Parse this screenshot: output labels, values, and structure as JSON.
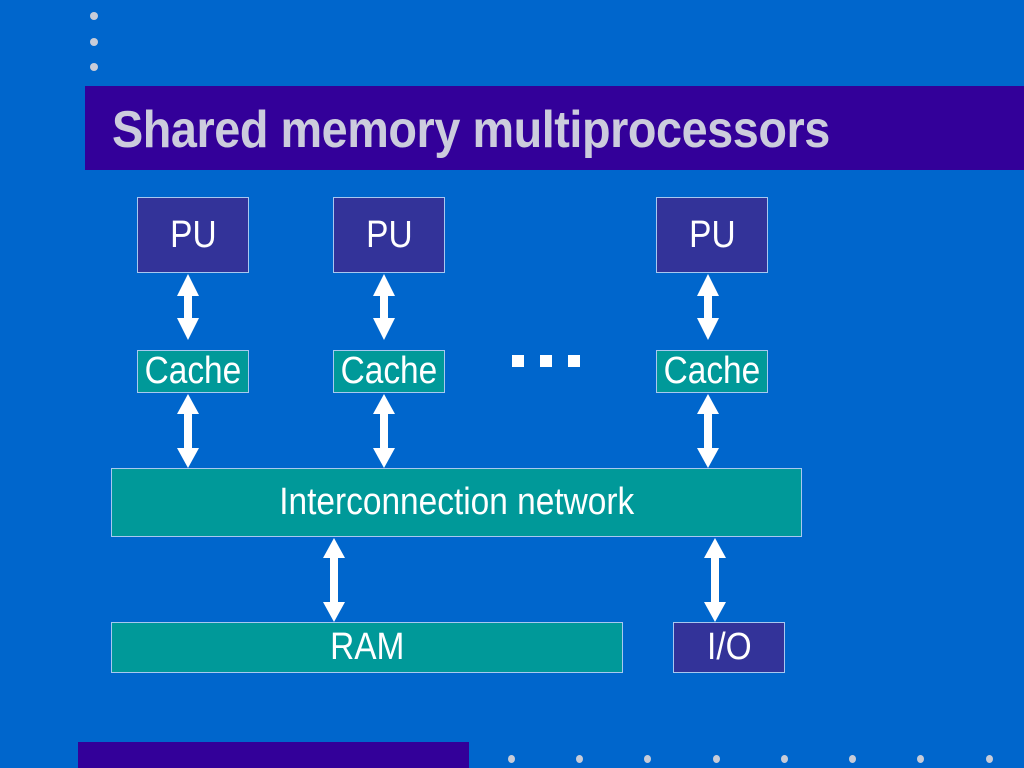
{
  "slide": {
    "title": "Shared memory multiprocessors",
    "colors": {
      "background": "#0066CC",
      "title_bar": "#330099",
      "title_text": "#CCCCDD",
      "processor_box": "#333399",
      "teal_box": "#009999",
      "arrow": "#FFFFFF"
    }
  },
  "diagram": {
    "processors": [
      {
        "pu_label": "PU",
        "cache_label": "Cache"
      },
      {
        "pu_label": "PU",
        "cache_label": "Cache"
      },
      {
        "pu_label": "PU",
        "cache_label": "Cache"
      }
    ],
    "ellipsis": "...",
    "interconnect_label": "Interconnection network",
    "ram_label": "RAM",
    "io_label": "I/O",
    "connections": [
      {
        "from": "PU 1",
        "to": "Cache 1",
        "type": "bidirectional"
      },
      {
        "from": "PU 2",
        "to": "Cache 2",
        "type": "bidirectional"
      },
      {
        "from": "PU 3",
        "to": "Cache 3",
        "type": "bidirectional"
      },
      {
        "from": "Cache 1",
        "to": "Interconnection network",
        "type": "bidirectional"
      },
      {
        "from": "Cache 2",
        "to": "Interconnection network",
        "type": "bidirectional"
      },
      {
        "from": "Cache 3",
        "to": "Interconnection network",
        "type": "bidirectional"
      },
      {
        "from": "Interconnection network",
        "to": "RAM",
        "type": "bidirectional"
      },
      {
        "from": "Interconnection network",
        "to": "I/O",
        "type": "bidirectional"
      }
    ]
  }
}
